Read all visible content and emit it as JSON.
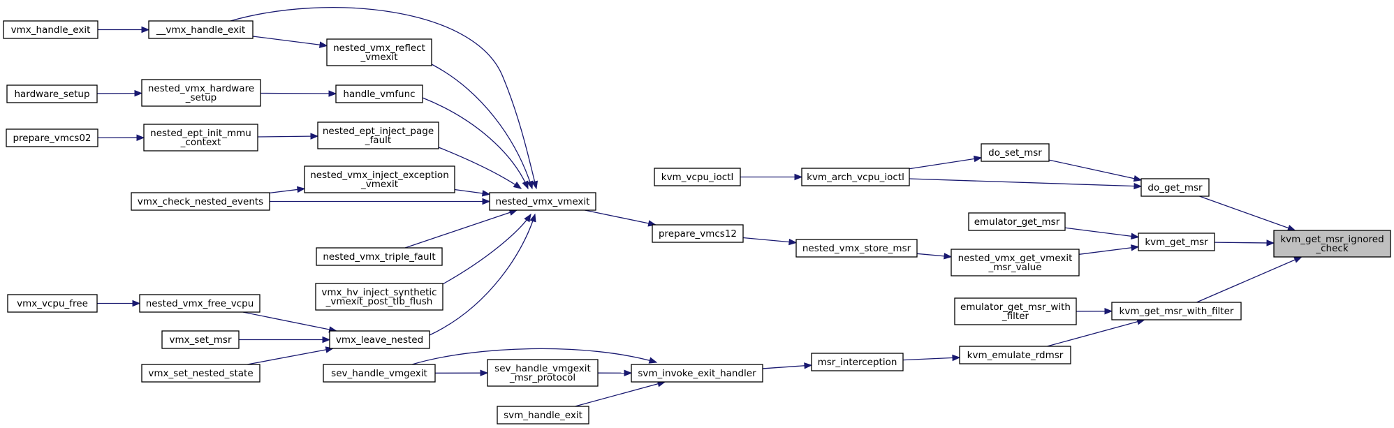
{
  "diagram": {
    "title": "",
    "colors": {
      "edge": "#191970",
      "root_fill": "#bfbfbf",
      "node_fill": "#ffffff",
      "border": "#000000"
    },
    "nodes": [
      {
        "id": "kvm_get_msr_ignored_check",
        "lines": [
          "kvm_get_msr_ignored",
          "_check"
        ],
        "root": true
      },
      {
        "id": "do_get_msr",
        "lines": [
          "do_get_msr"
        ]
      },
      {
        "id": "kvm_get_msr",
        "lines": [
          "kvm_get_msr"
        ]
      },
      {
        "id": "kvm_get_msr_with_filter",
        "lines": [
          "kvm_get_msr_with_filter"
        ]
      },
      {
        "id": "do_set_msr",
        "lines": [
          "do_set_msr"
        ]
      },
      {
        "id": "kvm_arch_vcpu_ioctl",
        "lines": [
          "kvm_arch_vcpu_ioctl"
        ]
      },
      {
        "id": "kvm_vcpu_ioctl",
        "lines": [
          "kvm_vcpu_ioctl"
        ]
      },
      {
        "id": "emulator_get_msr",
        "lines": [
          "emulator_get_msr"
        ]
      },
      {
        "id": "nested_vmx_get_vmexit_msr_value",
        "lines": [
          "nested_vmx_get_vmexit",
          "_msr_value"
        ]
      },
      {
        "id": "nested_vmx_store_msr",
        "lines": [
          "nested_vmx_store_msr"
        ]
      },
      {
        "id": "prepare_vmcs12",
        "lines": [
          "prepare_vmcs12"
        ]
      },
      {
        "id": "nested_vmx_vmexit",
        "lines": [
          "nested_vmx_vmexit"
        ]
      },
      {
        "id": "emulator_get_msr_with_filter",
        "lines": [
          "emulator_get_msr_with",
          "_filter"
        ]
      },
      {
        "id": "kvm_emulate_rdmsr",
        "lines": [
          "kvm_emulate_rdmsr"
        ]
      },
      {
        "id": "msr_interception",
        "lines": [
          "msr_interception"
        ]
      },
      {
        "id": "svm_invoke_exit_handler",
        "lines": [
          "svm_invoke_exit_handler"
        ]
      },
      {
        "id": "sev_handle_vmgexit_msr_protocol",
        "lines": [
          "sev_handle_vmgexit",
          "_msr_protocol"
        ]
      },
      {
        "id": "sev_handle_vmgexit",
        "lines": [
          "sev_handle_vmgexit"
        ]
      },
      {
        "id": "svm_handle_exit",
        "lines": [
          "svm_handle_exit"
        ]
      },
      {
        "id": "__vmx_handle_exit",
        "lines": [
          "__vmx_handle_exit"
        ]
      },
      {
        "id": "vmx_handle_exit",
        "lines": [
          "vmx_handle_exit"
        ]
      },
      {
        "id": "nested_vmx_reflect_vmexit",
        "lines": [
          "nested_vmx_reflect",
          "_vmexit"
        ]
      },
      {
        "id": "handle_vmfunc",
        "lines": [
          "handle_vmfunc"
        ]
      },
      {
        "id": "nested_vmx_hardware_setup",
        "lines": [
          "nested_vmx_hardware",
          "_setup"
        ]
      },
      {
        "id": "hardware_setup",
        "lines": [
          "hardware_setup"
        ]
      },
      {
        "id": "nested_ept_inject_page_fault",
        "lines": [
          "nested_ept_inject_page",
          "_fault"
        ]
      },
      {
        "id": "nested_ept_init_mmu_context",
        "lines": [
          "nested_ept_init_mmu",
          "_context"
        ]
      },
      {
        "id": "prepare_vmcs02",
        "lines": [
          "prepare_vmcs02"
        ]
      },
      {
        "id": "nested_vmx_inject_exception_vmexit",
        "lines": [
          "nested_vmx_inject_exception",
          "_vmexit"
        ]
      },
      {
        "id": "vmx_check_nested_events",
        "lines": [
          "vmx_check_nested_events"
        ]
      },
      {
        "id": "nested_vmx_triple_fault",
        "lines": [
          "nested_vmx_triple_fault"
        ]
      },
      {
        "id": "vmx_hv_inject_synthetic_vmexit_post_tlb_flush",
        "lines": [
          "vmx_hv_inject_synthetic",
          "_vmexit_post_tlb_flush"
        ]
      },
      {
        "id": "vmx_leave_nested",
        "lines": [
          "vmx_leave_nested"
        ]
      },
      {
        "id": "nested_vmx_free_vcpu",
        "lines": [
          "nested_vmx_free_vcpu"
        ]
      },
      {
        "id": "vmx_vcpu_free",
        "lines": [
          "vmx_vcpu_free"
        ]
      },
      {
        "id": "vmx_set_msr",
        "lines": [
          "vmx_set_msr"
        ]
      },
      {
        "id": "vmx_set_nested_state",
        "lines": [
          "vmx_set_nested_state"
        ]
      }
    ],
    "edges": [
      {
        "from": "do_get_msr",
        "to": "kvm_get_msr_ignored_check"
      },
      {
        "from": "kvm_get_msr",
        "to": "kvm_get_msr_ignored_check"
      },
      {
        "from": "kvm_get_msr_with_filter",
        "to": "kvm_get_msr_ignored_check"
      },
      {
        "from": "do_set_msr",
        "to": "do_get_msr"
      },
      {
        "from": "kvm_arch_vcpu_ioctl",
        "to": "do_get_msr"
      },
      {
        "from": "kvm_arch_vcpu_ioctl",
        "to": "do_set_msr"
      },
      {
        "from": "kvm_vcpu_ioctl",
        "to": "kvm_arch_vcpu_ioctl"
      },
      {
        "from": "emulator_get_msr",
        "to": "kvm_get_msr"
      },
      {
        "from": "nested_vmx_get_vmexit_msr_value",
        "to": "kvm_get_msr"
      },
      {
        "from": "nested_vmx_store_msr",
        "to": "nested_vmx_get_vmexit_msr_value"
      },
      {
        "from": "prepare_vmcs12",
        "to": "nested_vmx_store_msr"
      },
      {
        "from": "nested_vmx_vmexit",
        "to": "prepare_vmcs12"
      },
      {
        "from": "emulator_get_msr_with_filter",
        "to": "kvm_get_msr_with_filter"
      },
      {
        "from": "kvm_emulate_rdmsr",
        "to": "kvm_get_msr_with_filter"
      },
      {
        "from": "msr_interception",
        "to": "kvm_emulate_rdmsr"
      },
      {
        "from": "svm_invoke_exit_handler",
        "to": "msr_interception"
      },
      {
        "from": "sev_handle_vmgexit_msr_protocol",
        "to": "svm_invoke_exit_handler"
      },
      {
        "from": "sev_handle_vmgexit",
        "to": "svm_invoke_exit_handler"
      },
      {
        "from": "svm_handle_exit",
        "to": "svm_invoke_exit_handler"
      },
      {
        "from": "sev_handle_vmgexit",
        "to": "sev_handle_vmgexit_msr_protocol"
      },
      {
        "from": "__vmx_handle_exit",
        "to": "nested_vmx_vmexit"
      },
      {
        "from": "__vmx_handle_exit",
        "to": "nested_vmx_reflect_vmexit"
      },
      {
        "from": "vmx_handle_exit",
        "to": "__vmx_handle_exit"
      },
      {
        "from": "nested_vmx_reflect_vmexit",
        "to": "nested_vmx_vmexit"
      },
      {
        "from": "handle_vmfunc",
        "to": "nested_vmx_vmexit"
      },
      {
        "from": "nested_vmx_hardware_setup",
        "to": "handle_vmfunc"
      },
      {
        "from": "hardware_setup",
        "to": "nested_vmx_hardware_setup"
      },
      {
        "from": "nested_ept_inject_page_fault",
        "to": "nested_vmx_vmexit"
      },
      {
        "from": "nested_ept_init_mmu_context",
        "to": "nested_ept_inject_page_fault"
      },
      {
        "from": "prepare_vmcs02",
        "to": "nested_ept_init_mmu_context"
      },
      {
        "from": "nested_vmx_inject_exception_vmexit",
        "to": "nested_vmx_vmexit"
      },
      {
        "from": "vmx_check_nested_events",
        "to": "nested_vmx_inject_exception_vmexit"
      },
      {
        "from": "vmx_check_nested_events",
        "to": "nested_vmx_vmexit"
      },
      {
        "from": "nested_vmx_triple_fault",
        "to": "nested_vmx_vmexit"
      },
      {
        "from": "vmx_hv_inject_synthetic_vmexit_post_tlb_flush",
        "to": "nested_vmx_vmexit"
      },
      {
        "from": "vmx_leave_nested",
        "to": "nested_vmx_vmexit"
      },
      {
        "from": "nested_vmx_free_vcpu",
        "to": "vmx_leave_nested"
      },
      {
        "from": "vmx_vcpu_free",
        "to": "nested_vmx_free_vcpu"
      },
      {
        "from": "vmx_set_msr",
        "to": "vmx_leave_nested"
      },
      {
        "from": "vmx_set_nested_state",
        "to": "vmx_leave_nested"
      }
    ]
  }
}
